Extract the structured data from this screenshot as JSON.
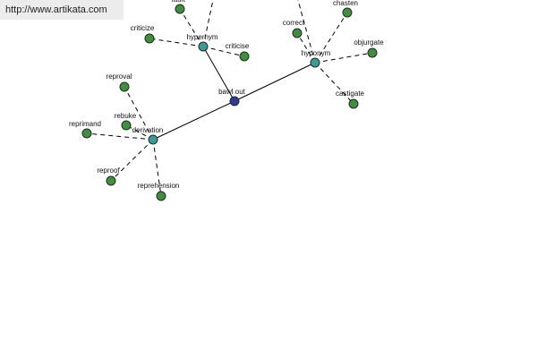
{
  "source_url": "http://www.artikata.com",
  "graph": {
    "center": {
      "label": "bawl out"
    },
    "relations": [
      {
        "id": "hypernym",
        "label": "hypernym"
      },
      {
        "id": "hyponym",
        "label": "hyponym"
      },
      {
        "id": "derivation",
        "label": "derivation"
      }
    ],
    "leaves": [
      {
        "id": "fault",
        "label": "fault",
        "relation": "hypernym"
      },
      {
        "id": "criticize",
        "label": "criticize",
        "relation": "hypernym"
      },
      {
        "id": "criticise",
        "label": "criticise",
        "relation": "hypernym"
      },
      {
        "id": "correct",
        "label": "correct",
        "relation": "hyponym"
      },
      {
        "id": "chasten",
        "label": "chasten",
        "relation": "hyponym"
      },
      {
        "id": "objurgate",
        "label": "objurgate",
        "relation": "hyponym"
      },
      {
        "id": "castigate",
        "label": "castigate",
        "relation": "hyponym"
      },
      {
        "id": "reproval",
        "label": "reproval",
        "relation": "derivation"
      },
      {
        "id": "rebuke",
        "label": "rebuke",
        "relation": "derivation"
      },
      {
        "id": "reprimand",
        "label": "reprimand",
        "relation": "derivation"
      },
      {
        "id": "reproof",
        "label": "reproof",
        "relation": "derivation"
      },
      {
        "id": "reprehension",
        "label": "reprehension",
        "relation": "derivation"
      }
    ],
    "colors": {
      "leaf_node": "#3f8f3f",
      "relation_node": "#3d9a9a",
      "center_node": "#2d3a9a",
      "edge": "#000000"
    }
  }
}
